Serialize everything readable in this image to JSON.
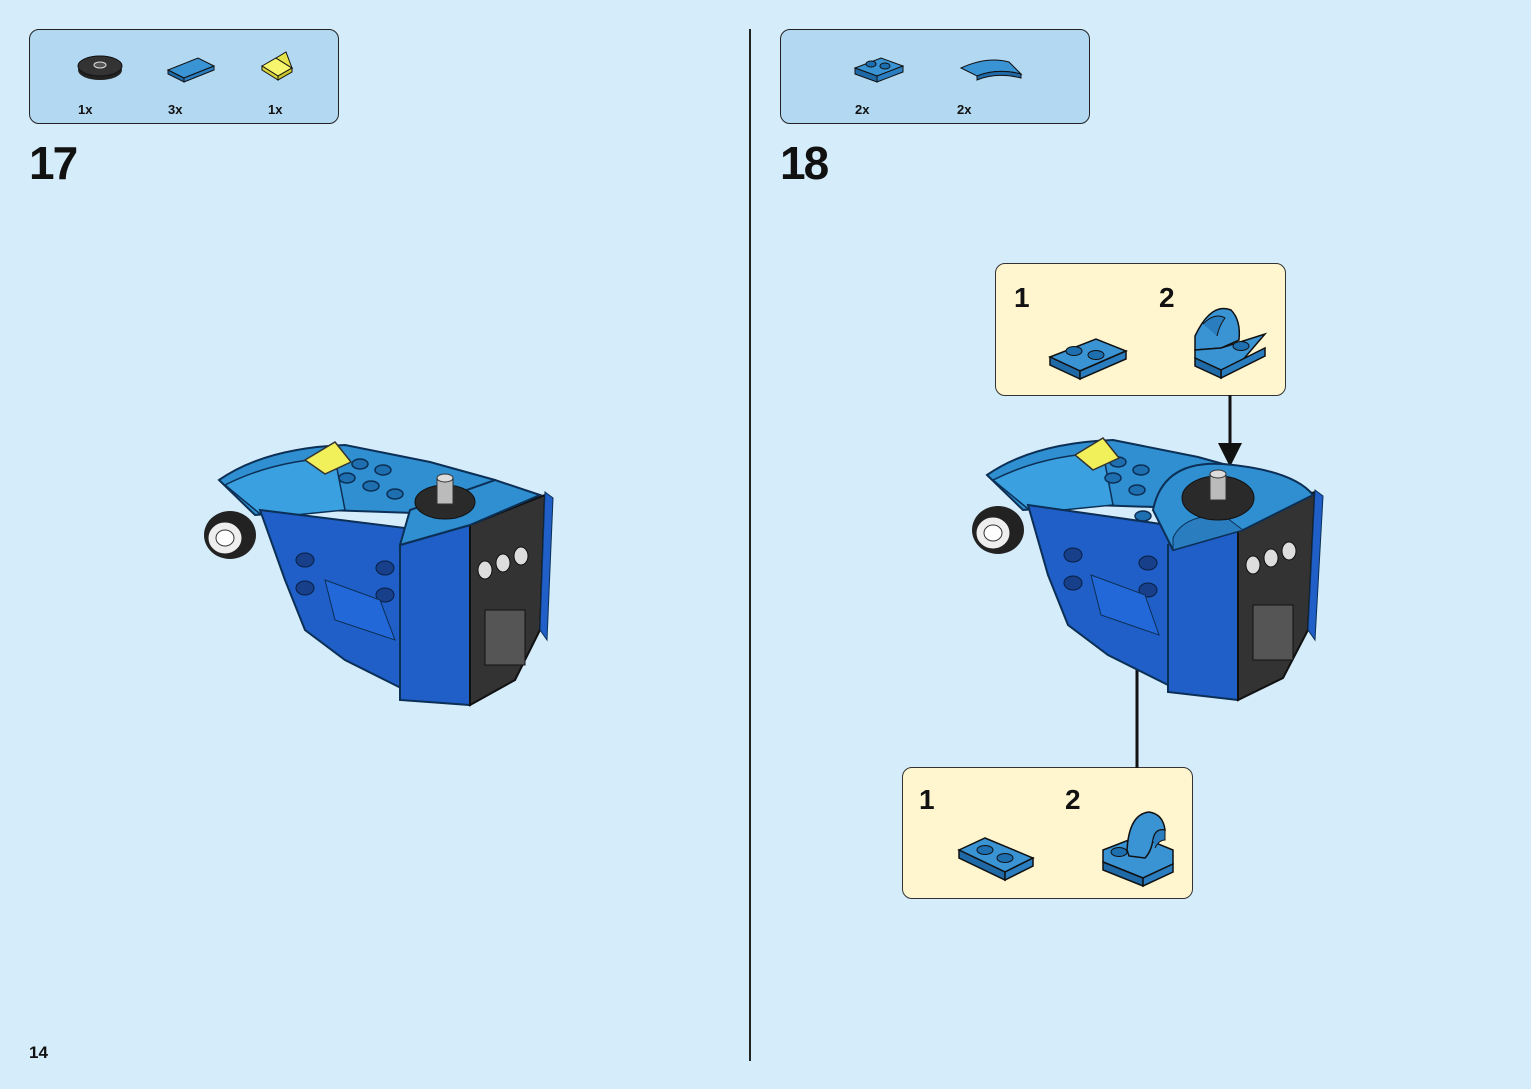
{
  "page": {
    "number": "14"
  },
  "steps": [
    {
      "number": "17",
      "parts": [
        {
          "icon": "round-black-tile-icon",
          "qty": "1x"
        },
        {
          "icon": "blue-tile-icon",
          "qty": "3x"
        },
        {
          "icon": "yellow-transparent-slope-icon",
          "qty": "1x"
        }
      ]
    },
    {
      "number": "18",
      "parts": [
        {
          "icon": "blue-plate-1x2-icon",
          "qty": "2x"
        },
        {
          "icon": "blue-curved-tile-icon",
          "qty": "2x"
        }
      ],
      "subassemblies": [
        {
          "labels": [
            "1",
            "2"
          ]
        },
        {
          "labels": [
            "1",
            "2"
          ]
        }
      ]
    }
  ],
  "colors": {
    "background": "#d5ecfb",
    "parts_box": "#b3d9f2",
    "sub_box": "#fff6d0",
    "brick_blue": "#1f5fc7",
    "brick_medium_azure": "#2f8fd0",
    "trans_yellow": "#f2f05a",
    "black": "#222222"
  }
}
